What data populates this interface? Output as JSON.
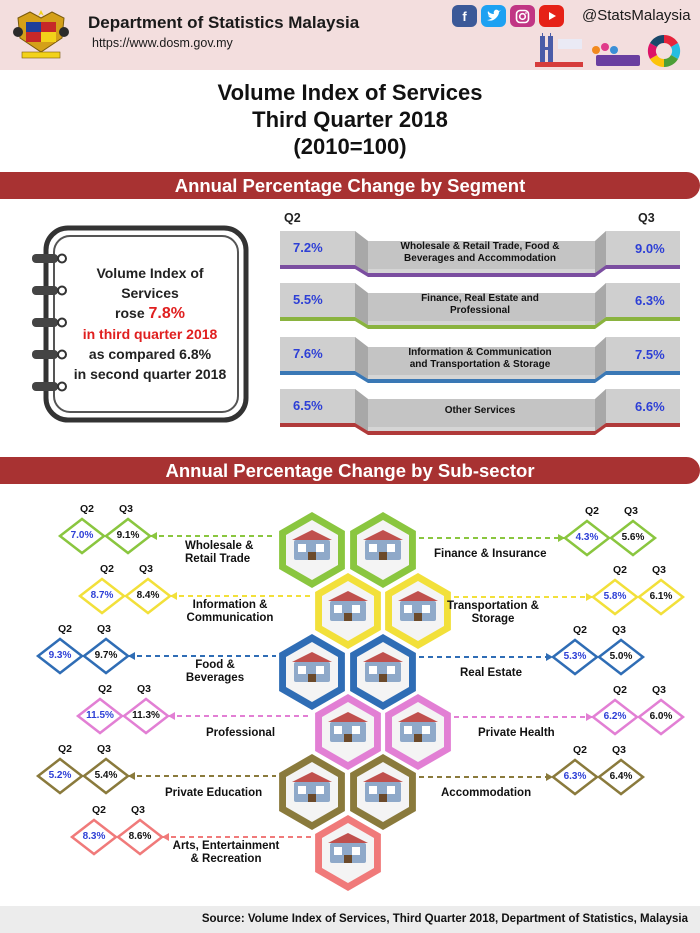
{
  "header": {
    "org_name": "Department of Statistics Malaysia",
    "org_url": "https://www.dosm.gov.my",
    "social_handle": "@StatsMalaysia",
    "social_icons": [
      "facebook-icon",
      "twitter-icon",
      "instagram-icon",
      "youtube-icon"
    ]
  },
  "title": {
    "line1": "Volume Index of Services",
    "line2": "Third Quarter 2018",
    "line3": "(2010=100)"
  },
  "sections": {
    "segment_title": "Annual Percentage Change by Segment",
    "subsector_title": "Annual Percentage Change by Sub-sector"
  },
  "notebook": {
    "line1": "Volume Index of",
    "line2": "Services",
    "rose_word": "rose",
    "rose_value": "7.8%",
    "line4": "in third quarter 2018",
    "line5": "as compared 6.8%",
    "line6": "in second quarter 2018"
  },
  "source": "Source: Volume Index of Services, Third Quarter 2018, Department of Statistics, Malaysia",
  "colors": {
    "accent_red": "#a83232",
    "value_blue": "#2d3fd6",
    "highlight_red": "#e01f1f"
  },
  "chart_data": [
    {
      "type": "table",
      "title": "Annual Percentage Change by Segment",
      "columns": [
        "Q2",
        "Q3"
      ],
      "rows": [
        {
          "segment": "Wholesale & Retail Trade, Food & Beverages and Accommodation",
          "label_lines": [
            "Wholesale & Retail Trade, Food &",
            "Beverages and Accommodation"
          ],
          "q2": "7.2%",
          "q3": "9.0%",
          "color": "#7b4ea0"
        },
        {
          "segment": "Finance, Real Estate and Professional",
          "label_lines": [
            "Finance, Real Estate and",
            "Professional"
          ],
          "q2": "5.5%",
          "q3": "6.3%",
          "color": "#8ab33f"
        },
        {
          "segment": "Information & Communication and Transportation & Storage",
          "label_lines": [
            "Information & Communication",
            "and Transportation & Storage"
          ],
          "q2": "7.6%",
          "q3": "7.5%",
          "color": "#3a78b5"
        },
        {
          "segment": "Other Services",
          "label_lines": [
            "Other Services"
          ],
          "q2": "6.5%",
          "q3": "6.6%",
          "color": "#b03a3a"
        }
      ]
    },
    {
      "type": "table",
      "title": "Annual Percentage Change by Sub-sector",
      "columns": [
        "Q2",
        "Q3"
      ],
      "rows": [
        {
          "sub_sector": "Wholesale & Retail Trade",
          "label_lines": [
            "Wholesale &",
            "Retail Trade"
          ],
          "q2": "7.0%",
          "q3": "9.1%",
          "color": "#8ac63f"
        },
        {
          "sub_sector": "Finance & Insurance",
          "label_lines": [
            "Finance & Insurance"
          ],
          "q2": "4.3%",
          "q3": "5.6%",
          "color": "#8ac63f"
        },
        {
          "sub_sector": "Information & Communication",
          "label_lines": [
            "Information &",
            "Communication"
          ],
          "q2": "8.7%",
          "q3": "8.4%",
          "color": "#f2e03a"
        },
        {
          "sub_sector": "Transportation & Storage",
          "label_lines": [
            "Transportation &",
            "Storage"
          ],
          "q2": "5.8%",
          "q3": "6.1%",
          "color": "#f2e03a"
        },
        {
          "sub_sector": "Food & Beverages",
          "label_lines": [
            "Food &",
            "Beverages"
          ],
          "q2": "9.3%",
          "q3": "9.7%",
          "color": "#2f6db5"
        },
        {
          "sub_sector": "Real Estate",
          "label_lines": [
            "Real Estate"
          ],
          "q2": "5.3%",
          "q3": "5.0%",
          "color": "#2f6db5"
        },
        {
          "sub_sector": "Professional",
          "label_lines": [
            "Professional"
          ],
          "q2": "11.5%",
          "q3": "11.3%",
          "color": "#e27fd4"
        },
        {
          "sub_sector": "Private Health",
          "label_lines": [
            "Private Health"
          ],
          "q2": "6.2%",
          "q3": "6.0%",
          "color": "#e27fd4"
        },
        {
          "sub_sector": "Private Education",
          "label_lines": [
            "Private Education"
          ],
          "q2": "5.2%",
          "q3": "5.4%",
          "color": "#8a7a3c"
        },
        {
          "sub_sector": "Accommodation",
          "label_lines": [
            "Accommodation"
          ],
          "q2": "6.3%",
          "q3": "6.4%",
          "color": "#8a7a3c"
        },
        {
          "sub_sector": "Arts, Entertainment & Recreation",
          "label_lines": [
            "Arts, Entertainment",
            "& Recreation"
          ],
          "q2": "8.3%",
          "q3": "8.6%",
          "color": "#f07a7a"
        }
      ]
    }
  ]
}
